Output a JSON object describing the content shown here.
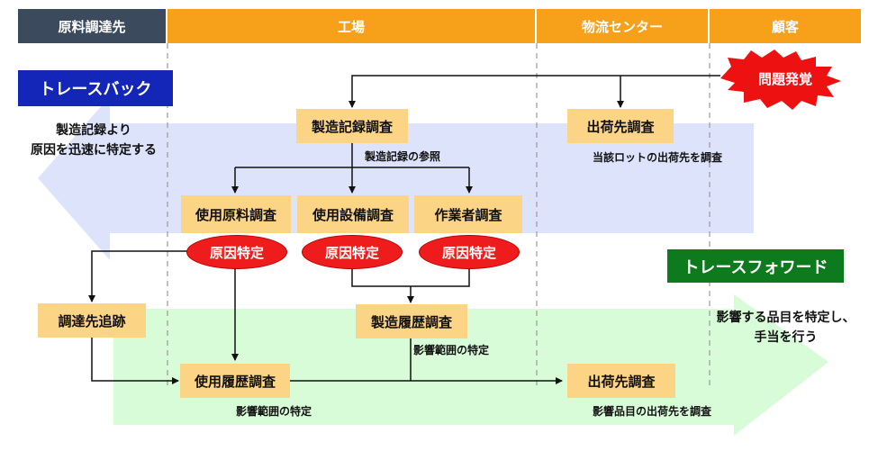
{
  "header": {
    "supplier": "原料調達先",
    "factory": "工場",
    "logistics": "物流センター",
    "customer": "顧客",
    "colors": {
      "supplier": "#3b4a5c",
      "other": "#f7a01a"
    }
  },
  "traceback": {
    "title": "トレースバック",
    "desc_line1": "製造記録より",
    "desc_line2": "原因を迅速に特定する",
    "color": "#1426b8"
  },
  "traceforward": {
    "title": "トレースフォワード",
    "desc_line1": "影響する品目を特定し、",
    "desc_line2": "手当を行う",
    "color": "#0e7a1e"
  },
  "problem": "問題発覚",
  "boxes": {
    "mfg_record": "製造記録調査",
    "ship_check_top": "出荷先調査",
    "material": "使用原料調査",
    "equipment": "使用設備調査",
    "worker": "作業者調査",
    "supplier_trace": "調達先追跡",
    "mfg_history": "製造履歴調査",
    "usage_history": "使用履歴調査",
    "ship_check_bottom": "出荷先調査"
  },
  "causes": {
    "c1": "原因特定",
    "c2": "原因特定",
    "c3": "原因特定"
  },
  "notes": {
    "mfg_ref": "製造記録の参照",
    "lot_ship": "当該ロットの出荷先を調査",
    "impact_range1": "影響範囲の特定",
    "impact_range2": "影響範囲の特定",
    "impact_items": "影響品目の出荷先を調査"
  }
}
